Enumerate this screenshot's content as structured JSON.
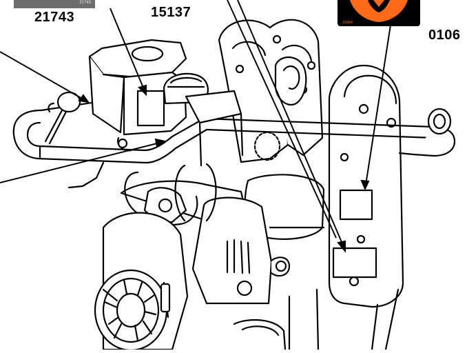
{
  "callouts": {
    "decal_a": "21743",
    "decal_b": "15137",
    "decal_c": "0106"
  },
  "decal_images": {
    "small_text_a": "21743",
    "small_text_c": "01064"
  },
  "colors": {
    "line": "#000000",
    "decal_grey": "#6d6d6d",
    "decal_orange": "#ff6a1a"
  }
}
